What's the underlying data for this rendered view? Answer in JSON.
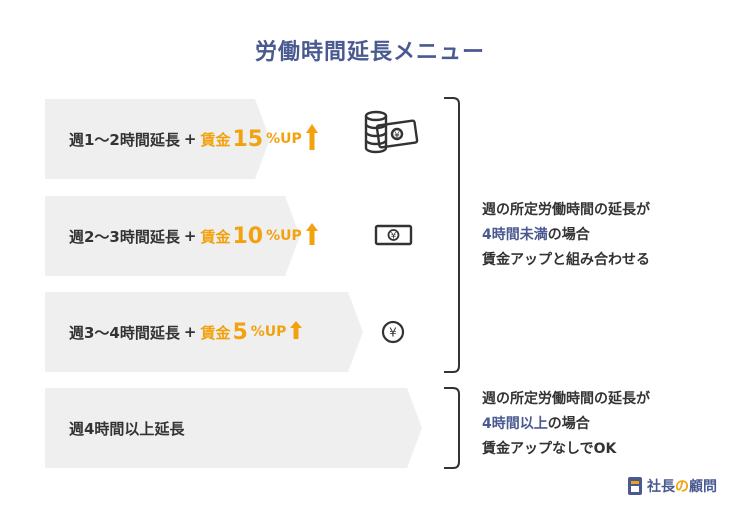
{
  "title": "労働時間延長メニュー",
  "rows": [
    {
      "label": "週1〜2時間延長",
      "plus": "+",
      "wage": "賃金",
      "num": "15",
      "suffix": "%UP"
    },
    {
      "label": "週2〜3時間延長",
      "plus": "+",
      "wage": "賃金",
      "num": "10",
      "suffix": "%UP"
    },
    {
      "label": "週3〜4時間延長",
      "plus": "+",
      "wage": "賃金",
      "num": "5",
      "suffix": "%UP"
    },
    {
      "label": "週4時間以上延長"
    }
  ],
  "group1": {
    "line1": "週の所定労働時間の延長が",
    "line2": "4時間未満",
    "line2b": "の場合",
    "line3": "賃金アップと組み合わせる"
  },
  "group2": {
    "line1": "週の所定労働時間の延長が",
    "line2": "4時間以上",
    "line2b": "の場合",
    "line3": "賃金アップなしでOK"
  },
  "icons": [
    "money-stack-icon",
    "bill-icon",
    "yen-coin-icon"
  ],
  "logo": {
    "a": "社長",
    "b": "の",
    "c": "顧問"
  },
  "colors": {
    "title": "#4a5a91",
    "accent": "#f2a20f",
    "arrow_bg": "#efefef",
    "brace": "#333333"
  }
}
